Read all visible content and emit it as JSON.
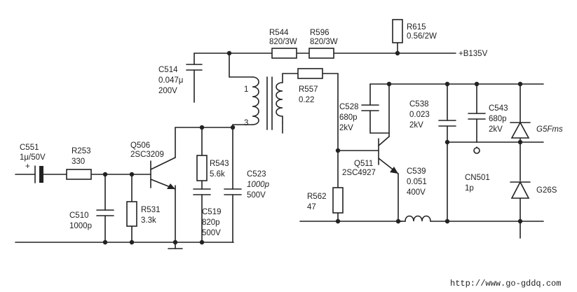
{
  "labels": {
    "r544_name": "R544",
    "r544_val": "820/3W",
    "r596_name": "R596",
    "r596_val": "820/3W",
    "r615_name": "R615",
    "r615_val": "0.56/2W",
    "b135v": "+B135V",
    "c514_name": "C514",
    "c514_val1": "0.047μ",
    "c514_val2": "200V",
    "pin1": "1",
    "pin3": "3",
    "r557_name": "R557",
    "r557_val": "0.22",
    "c528_name": "C528",
    "c528_val1": "680p",
    "c528_val2": "2kV",
    "c538_name": "C538",
    "c538_val1": "0.023",
    "c538_val2": "2kV",
    "c543_name": "C543",
    "c543_val1": "680p",
    "c543_val2": "2kV",
    "d_top": "G5Fms",
    "c551_name": "C551",
    "c551_val": "1μ/50V",
    "r253_name": "R253",
    "r253_val": "330",
    "q506_name": "Q506",
    "q506_val": "2SC3209",
    "r543_name": "R543",
    "r543_val": "5.6k",
    "c523_name": "C523",
    "c523_val1": "1000p",
    "c523_val2": "500V",
    "q511_name": "Q511",
    "q511_val": "2SC4927",
    "c539_name": "C539",
    "c539_val1": "0.051",
    "c539_val2": "400V",
    "cn501_name": "CN501",
    "cn501_val": "1p",
    "d_bot": "G26S",
    "r562_name": "R562",
    "r562_val": "47",
    "c510_name": "C510",
    "c510_val": "1000p",
    "r531_name": "R531",
    "r531_val": "3.3k",
    "c519_name": "C519",
    "c519_val1": "820p",
    "c519_val2": "500V",
    "url": "http://www.go-gddq.com"
  }
}
